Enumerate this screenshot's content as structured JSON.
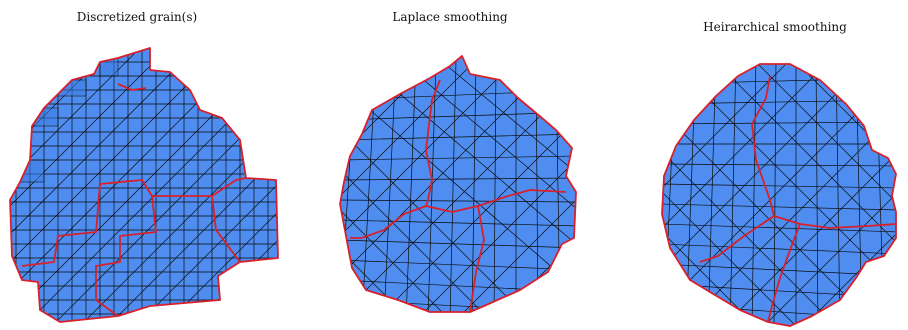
{
  "panels": [
    {
      "title": "Discretized grain(s)"
    },
    {
      "title": "Laplace smoothing"
    },
    {
      "title": "Heirarchical smoothing"
    }
  ],
  "colors": {
    "surface": "#4f8ef0",
    "mesh_lines": "#0b0b0b",
    "grain_boundary": "#d8202a"
  }
}
